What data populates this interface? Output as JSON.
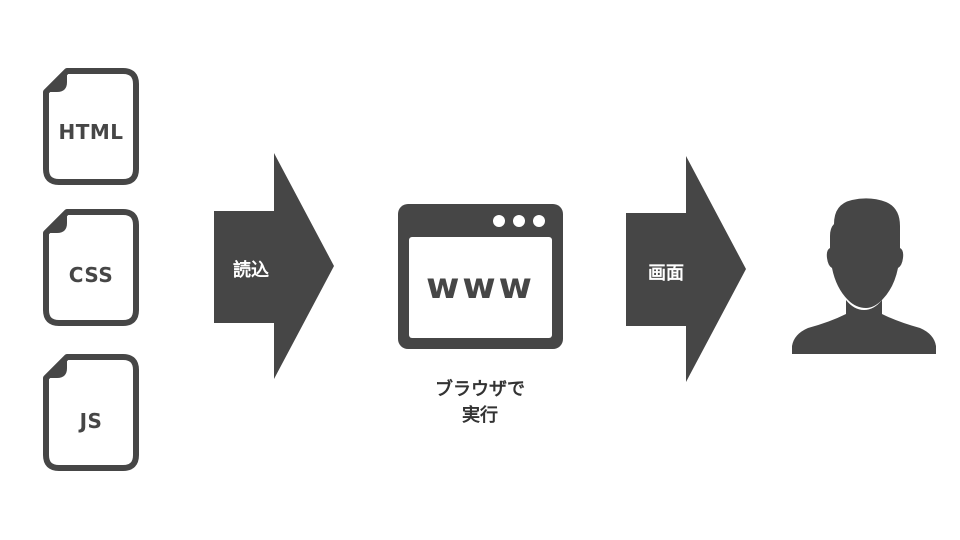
{
  "files": [
    {
      "label": "HTML"
    },
    {
      "label": "CSS"
    },
    {
      "label": "JS"
    }
  ],
  "arrows": {
    "load_label": "読込",
    "display_label": "画面"
  },
  "browser": {
    "content_text": "www",
    "caption_line1": "ブラウザで",
    "caption_line2": "実行"
  },
  "icons": {
    "file": "file-icon",
    "browser": "browser-window-icon",
    "user": "user-silhouette-icon"
  },
  "colors": {
    "icon_fill": "#464646",
    "page_background": "#ffffff"
  }
}
